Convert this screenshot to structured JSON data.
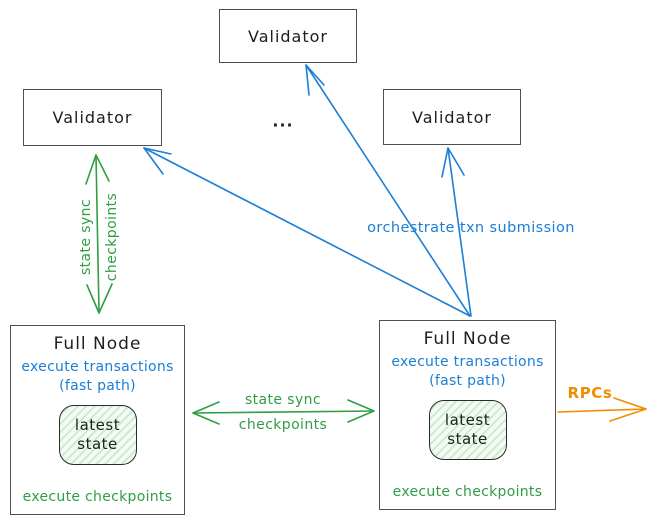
{
  "validators": {
    "top": "Validator",
    "left": "Validator",
    "right": "Validator"
  },
  "ellipsis": "...",
  "full_node_left": {
    "title": "Full Node",
    "exec1": "execute transactions",
    "exec2": "(fast path)",
    "state1": "latest",
    "state2": "state",
    "footer": "execute checkpoints"
  },
  "full_node_right": {
    "title": "Full Node",
    "exec1": "execute transactions",
    "exec2": "(fast path)",
    "state1": "latest",
    "state2": "state",
    "footer": "execute checkpoints"
  },
  "labels": {
    "vertical_sync_line1": "state sync",
    "vertical_sync_line2": "checkpoints",
    "horizontal_sync_line1": "state sync",
    "horizontal_sync_line2": "checkpoints",
    "orchestrate": "orchestrate txn submission",
    "rpcs": "RPCs"
  },
  "colors": {
    "blue": "#1c7ed6",
    "green": "#2f9e44",
    "orange": "#f08c00",
    "ink": "#1e1e1e",
    "box_border": "#4f4f4f",
    "state_fill": "#f2faf2"
  }
}
